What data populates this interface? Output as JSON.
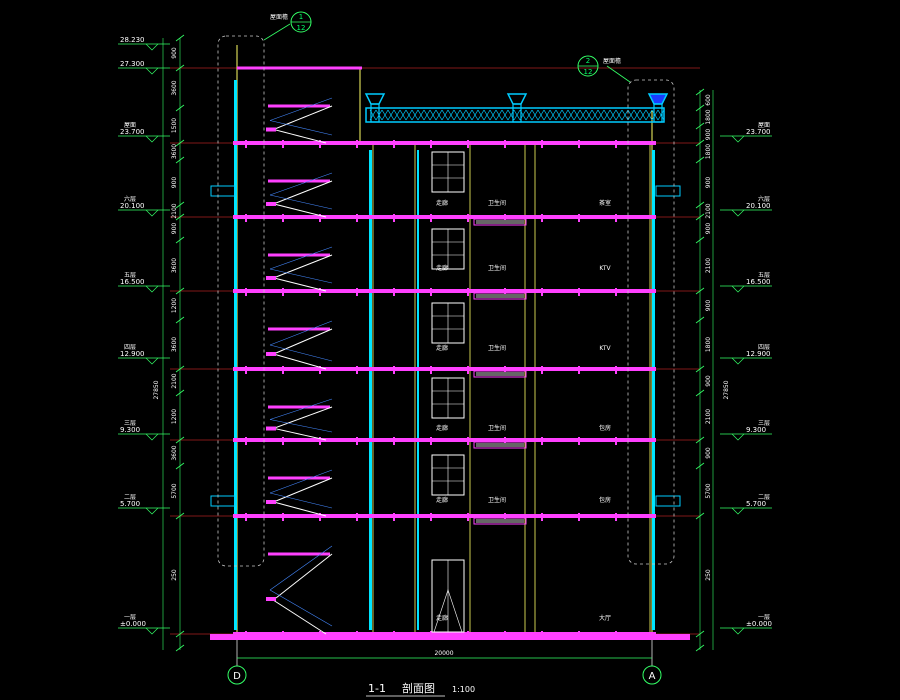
{
  "drawing": {
    "title_code": "1-1",
    "title_name": "剖面图",
    "scale": "1:100",
    "total_width_dim": "20000",
    "total_height_dim": "27850",
    "axis_left": "D",
    "axis_right": "A",
    "detail_left": {
      "num": "1",
      "sheet": "12",
      "label": "屋面檐"
    },
    "detail_right": {
      "num": "2",
      "sheet": "12",
      "label": "屋面檐"
    }
  },
  "levels_left": [
    {
      "name": "",
      "value": "28.230"
    },
    {
      "name": "",
      "value": "27.300"
    },
    {
      "name": "屋面",
      "value": "23.700"
    },
    {
      "name": "六层",
      "value": "20.100"
    },
    {
      "name": "五层",
      "value": "16.500"
    },
    {
      "name": "四层",
      "value": "12.900"
    },
    {
      "name": "三层",
      "value": "9.300"
    },
    {
      "name": "二层",
      "value": "5.700"
    },
    {
      "name": "一层",
      "value": "±0.000"
    }
  ],
  "levels_right": [
    {
      "name": "屋面",
      "value": "23.700"
    },
    {
      "name": "六层",
      "value": "20.100"
    },
    {
      "name": "五层",
      "value": "16.500"
    },
    {
      "name": "四层",
      "value": "12.900"
    },
    {
      "name": "三层",
      "value": "9.300"
    },
    {
      "name": "二层",
      "value": "5.700"
    },
    {
      "name": "一层",
      "value": "±0.000"
    }
  ],
  "left_dims": [
    "900",
    "3600",
    "1500",
    "3600",
    "900",
    "2100",
    "900",
    "3600",
    "1200",
    "3600",
    "2100",
    "1200",
    "3600",
    "5700",
    "250"
  ],
  "right_dims": [
    "600",
    "1800",
    "900",
    "1800",
    "900",
    "2100",
    "900",
    "2100",
    "900",
    "1800",
    "900",
    "2100",
    "900",
    "5700",
    "250"
  ],
  "room_labels": [
    {
      "text": "走廊",
      "floor": 6,
      "col": "corridor"
    },
    {
      "text": "卫生间",
      "floor": 6,
      "col": "wc"
    },
    {
      "text": "茶室",
      "floor": 6,
      "col": "room"
    },
    {
      "text": "走廊",
      "floor": 5,
      "col": "corridor"
    },
    {
      "text": "卫生间",
      "floor": 5,
      "col": "wc"
    },
    {
      "text": "KTV",
      "floor": 5,
      "col": "room"
    },
    {
      "text": "走廊",
      "floor": 4,
      "col": "corridor"
    },
    {
      "text": "卫生间",
      "floor": 4,
      "col": "wc"
    },
    {
      "text": "KTV",
      "floor": 4,
      "col": "room"
    },
    {
      "text": "走廊",
      "floor": 3,
      "col": "corridor"
    },
    {
      "text": "卫生间",
      "floor": 3,
      "col": "wc"
    },
    {
      "text": "包房",
      "floor": 3,
      "col": "room"
    },
    {
      "text": "走廊",
      "floor": 2,
      "col": "corridor"
    },
    {
      "text": "卫生间",
      "floor": 2,
      "col": "wc"
    },
    {
      "text": "包房",
      "floor": 2,
      "col": "room"
    },
    {
      "text": "走廊",
      "floor": 1,
      "col": "corridor"
    },
    {
      "text": "大厅",
      "floor": 1,
      "col": "room"
    }
  ],
  "colors": {
    "slab": "#ff40ff",
    "glass": "#00e5ff",
    "wall": "#ffff66",
    "dim": "#33ff66",
    "stair": "#ffffff",
    "stair_blue": "#4488ff",
    "axis": "#ff3333",
    "parapet": "#00ccff"
  }
}
